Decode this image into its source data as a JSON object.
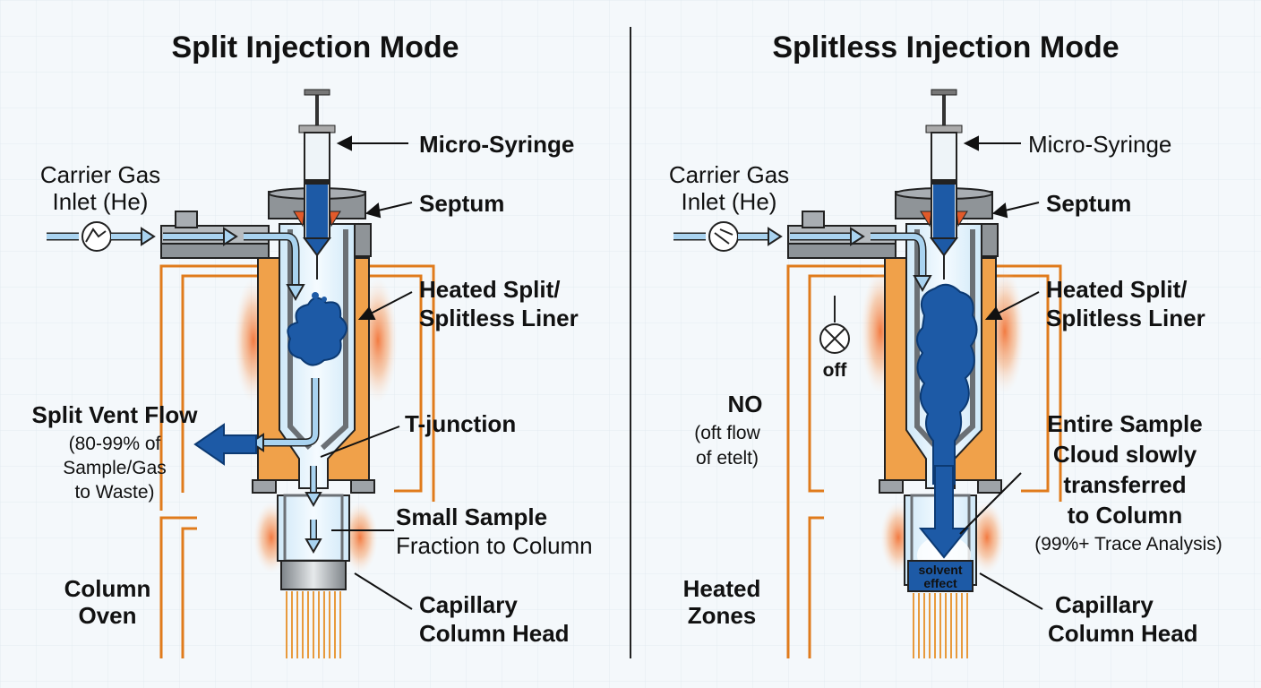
{
  "left_panel": {
    "title": "Split Injection Mode",
    "labels": {
      "micro_syringe": "Micro-Syringe",
      "carrier_gas_1": "Carrier Gas",
      "carrier_gas_2": "Inlet (He)",
      "septum": "Septum",
      "liner_1": "Heated Split/",
      "liner_2": "Splitless Liner",
      "split_vent_title": "Split Vent Flow",
      "split_vent_1": "(80-99% of",
      "split_vent_2": "Sample/Gas",
      "split_vent_3": "to Waste)",
      "t_junction": "T-junction",
      "small_sample_1": "Small Sample",
      "small_sample_2": "Fraction to Column",
      "column_oven_1": "Column",
      "column_oven_2": "Oven",
      "capillary_1": "Capillary",
      "capillary_2": "Column Head"
    }
  },
  "right_panel": {
    "title": "Splitless Injection Mode",
    "labels": {
      "micro_syringe": "Micro-Syringe",
      "carrier_gas_1": "Carrier Gas",
      "carrier_gas_2": "Inlet (He)",
      "septum": "Septum",
      "liner_1": "Heated Split/",
      "liner_2": "Splitless Liner",
      "valve_off": "off",
      "no_title": "NO",
      "no_1": "(oft flow",
      "no_2": "of etelt)",
      "entire_1": "Entire Sample",
      "entire_2": "Cloud slowly",
      "entire_3": "transferred",
      "entire_4": "to Column",
      "entire_5": "(99%+ Trace Analysis)",
      "solvent_1": "solvent",
      "solvent_2": "effect",
      "heated_zones_1": "Heated",
      "heated_zones_2": "Zones",
      "capillary_1": "Capillary",
      "capillary_2": "Column Head"
    }
  },
  "colors": {
    "orange": "#f0a14a",
    "orange_line": "#e07b1c",
    "blue_dark": "#1d5aa6",
    "blue_light": "#a9d3f0",
    "gray": "#9ea3a8",
    "background": "#f4f8fb"
  }
}
